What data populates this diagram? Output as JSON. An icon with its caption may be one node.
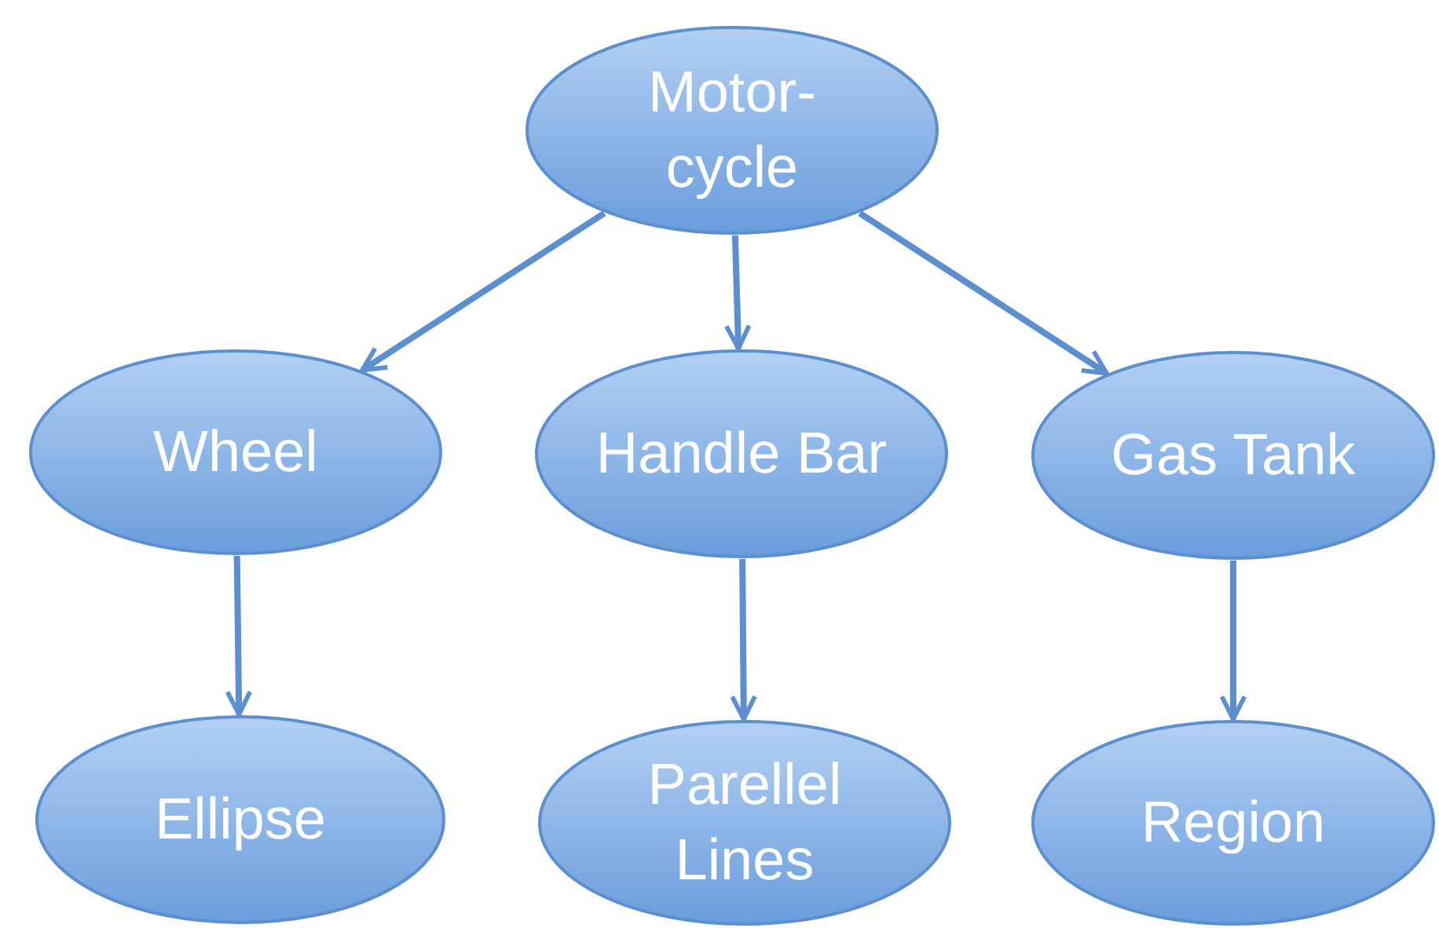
{
  "diagram": {
    "nodes": [
      {
        "text": [
          "Motor- cycle"
        ]
      },
      {
        "text": [
          "Wheel"
        ]
      },
      {
        "text": [
          "Handle Bar"
        ]
      },
      {
        "text": [
          "Gas Tank"
        ]
      },
      {
        "text": [
          "Ellipse"
        ]
      },
      {
        "text": [
          "Parellel Lines"
        ]
      },
      {
        "text": [
          "Region"
        ]
      }
    ],
    "edges": [
      {
        "from": 0,
        "to": 1,
        "arrow": "to"
      },
      {
        "from": 0,
        "to": 2,
        "arrow": "to"
      },
      {
        "from": 0,
        "to": 3,
        "arrow": "to"
      },
      {
        "from": 1,
        "to": 4,
        "arrow": "to"
      },
      {
        "from": 2,
        "to": 5,
        "arrow": "to"
      },
      {
        "from": 3,
        "to": 6,
        "arrow": "to"
      }
    ]
  }
}
